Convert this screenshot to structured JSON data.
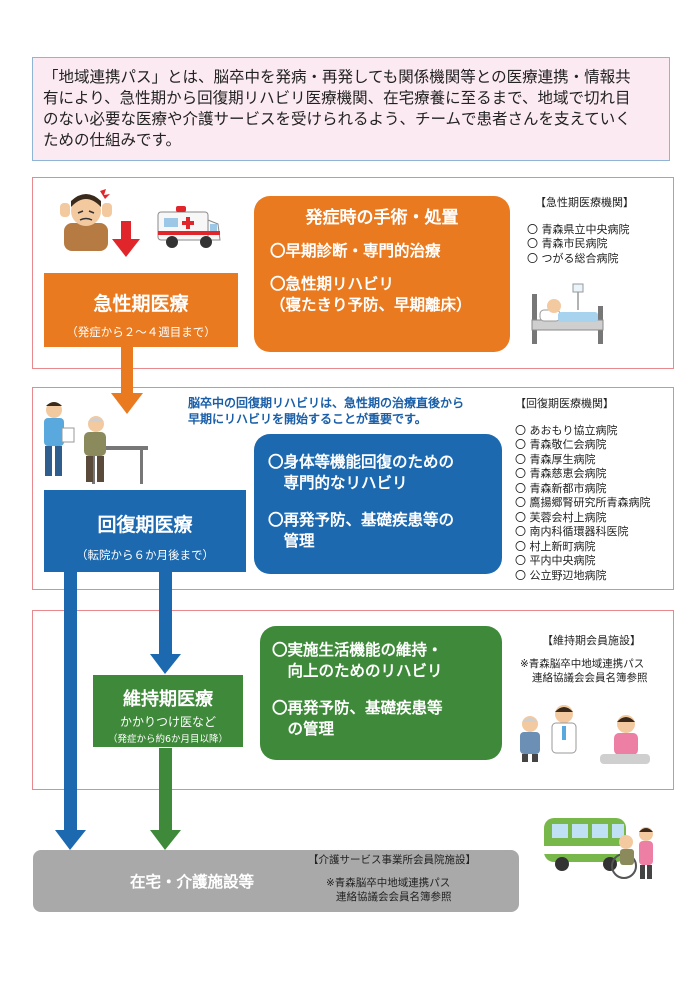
{
  "intro": {
    "lines": [
      "「地域連携パス」とは、脳卒中を発病・再発しても関係機関等との医療連携・情報共",
      "有により、急性期から回復期リハビリ医療機関、在宅療養に至るまで、地域で切れ目",
      "のない必要な医療や介護サービスを受けられるよう、チームで患者さんを支えていく",
      "ための仕組みです。"
    ]
  },
  "acute": {
    "title": "急性期医療",
    "subtitle": "（発症から２～４週目まで）",
    "care_heading": "発症時の手術・処置",
    "care_item1": "〇早期診断・専門的治療",
    "care_item2a": "〇急性期リハビリ",
    "care_item2b": "（寝たきり予防、早期離床）",
    "institutions_label": "【急性期医療機関】",
    "institutions": [
      "〇 青森県立中央病院",
      "〇 青森市民病院",
      "〇 つがる総合病院"
    ]
  },
  "recovery": {
    "note_lines": [
      "脳卒中の回復期リハビリは、急性期の治療直後から",
      "早期にリハビリを開始することが重要です。"
    ],
    "title": "回復期医療",
    "subtitle": "（転院から６か月後まで）",
    "item1a": "〇身体等機能回復のための",
    "item1b": "　専門的なリハビリ",
    "item2a": "〇再発予防、基礎疾患等の",
    "item2b": "　管理",
    "institutions_label": "【回復期医療機関】",
    "institutions": [
      "〇 あおもり協立病院",
      "〇 青森敬仁会病院",
      "〇 青森厚生病院",
      "〇 青森慈恵会病院",
      "〇 青森新都市病院",
      "〇 鷹揚郷腎研究所青森病院",
      "〇 芙蓉会村上病院",
      "〇 南内科循環器科医院",
      "〇 村上新町病院",
      "〇 平内中央病院",
      "〇 公立野辺地病院"
    ]
  },
  "maintenance": {
    "title": "維持期医療",
    "subtitle1": "かかりつけ医など",
    "subtitle2": "（発症から約6か月目以降）",
    "item1a": "〇実施生活機能の維持・",
    "item1b": "　向上のためのリハビリ",
    "item2a": "〇再発予防、基礎疾患等",
    "item2b": "　の管理",
    "facilities_label": "【維持期会員施設】",
    "facilities_note1": "※青森脳卒中地域連携パス",
    "facilities_note2": "連絡協議会会員名簿参照"
  },
  "home": {
    "title": "在宅・介護施設等",
    "label": "【介護サービス事業所会員院施設】",
    "note1": "※青森脳卒中地域連携パス",
    "note2": "連絡協議会会員名簿参照"
  },
  "colors": {
    "orange": "#ea7a1f",
    "blue": "#1c69b0",
    "green": "#3f8a3a",
    "gray": "#a9a9a9",
    "red_border": "#e8898e",
    "intro_bg": "#fbeaf1"
  }
}
